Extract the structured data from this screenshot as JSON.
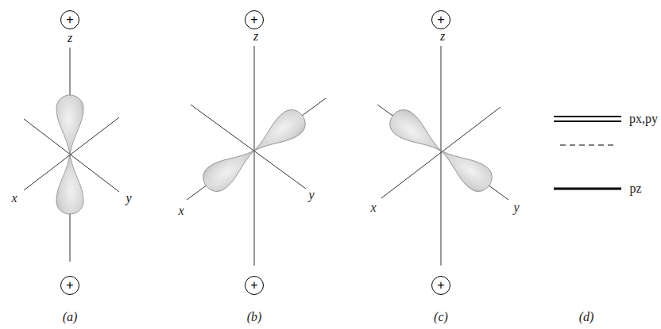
{
  "diagram": {
    "nodes": [
      {
        "text": [
          "+"
        ]
      },
      {
        "text": [
          "+"
        ]
      },
      {
        "text": [
          "+"
        ]
      },
      {
        "text": [
          "+"
        ]
      },
      {
        "text": [
          "+"
        ]
      },
      {
        "text": [
          "+"
        ]
      }
    ],
    "labels": [
      "z",
      "x",
      "y",
      "z",
      "x",
      "y",
      "z",
      "x",
      "y",
      "(a)",
      "(b)",
      "(c)",
      "(d)",
      "px,py",
      "pz"
    ]
  }
}
